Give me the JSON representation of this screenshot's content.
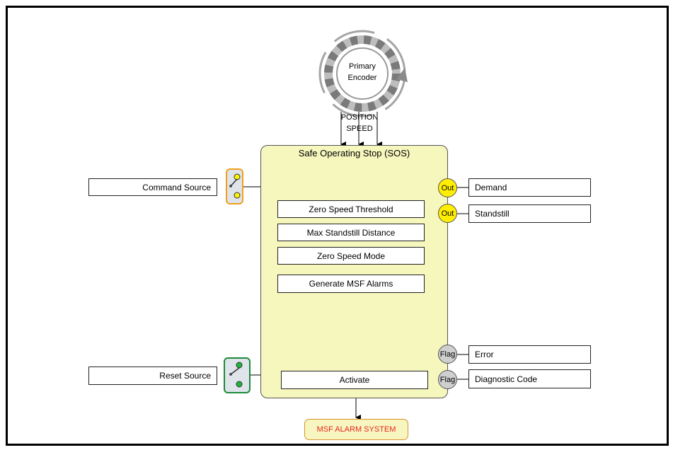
{
  "encoder": {
    "label_line1": "Primary",
    "label_line2": "Encoder"
  },
  "signals": {
    "position": "POSITION",
    "speed": "SPEED"
  },
  "block": {
    "title": "Safe Operating Stop (SOS)",
    "params": [
      "Zero Speed Threshold",
      "Max Standstill Distance",
      "Zero Speed Mode",
      "Generate MSF Alarms"
    ],
    "activate": "Activate"
  },
  "inputs": {
    "command_source": "Command Source",
    "reset_source": "Reset Source"
  },
  "outputs": {
    "demand": {
      "tag": "Out",
      "label": "Demand"
    },
    "standstill": {
      "tag": "Out",
      "label": "Standstill"
    },
    "error": {
      "tag": "Flag",
      "label": "Error"
    },
    "diagnostic": {
      "tag": "Flag",
      "label": "Diagnostic Code"
    }
  },
  "alarm": {
    "label": "MSF ALARM SYSTEM"
  },
  "colors": {
    "block_fill": "#f6f7bd",
    "out_fill": "#ffee00",
    "flag_fill": "#cfcfcf",
    "alarm_text": "#e8261c",
    "command_switch": "#f0a020",
    "reset_switch": "#1c8a3a"
  }
}
